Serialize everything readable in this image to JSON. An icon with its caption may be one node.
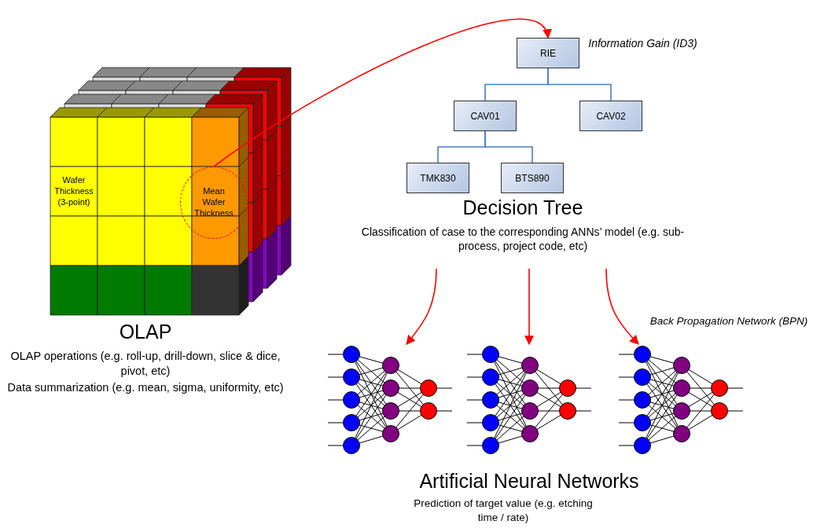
{
  "diagram": {
    "nodes": [
      {
        "text": [
          "Wafer Thickness (3-point)"
        ]
      },
      {
        "text": [
          "Mean Wafer Thickness"
        ]
      },
      {
        "text": [
          "RIE"
        ]
      },
      {
        "text": [
          "CAV01"
        ]
      },
      {
        "text": [
          "CAV02"
        ]
      },
      {
        "text": [
          "TMK830"
        ]
      },
      {
        "text": [
          "BTS890"
        ]
      },
      {
        "text": [],
        "shape": "picture"
      },
      {
        "text": [],
        "shape": "picture"
      },
      {
        "text": [],
        "shape": "picture"
      }
    ],
    "edges": [
      {
        "from": 1,
        "to": 2,
        "arrow": "to",
        "color": "#ff0000"
      },
      {
        "from": 2,
        "to": 3,
        "arrow": "none",
        "color": "#4a7ebb"
      },
      {
        "from": 2,
        "to": 4,
        "arrow": "none",
        "color": "#4a7ebb"
      },
      {
        "from": 3,
        "to": 5,
        "arrow": "none",
        "color": "#4a7ebb"
      },
      {
        "from": 3,
        "to": 6,
        "arrow": "none",
        "color": "#4a7ebb"
      },
      {
        "from": null,
        "to": 7,
        "arrow": "to",
        "color": "#ff0000"
      },
      {
        "from": null,
        "to": 8,
        "arrow": "to",
        "color": "#ff0000"
      },
      {
        "from": null,
        "to": 9,
        "arrow": "to",
        "color": "#ff0000"
      }
    ],
    "labels": [
      "Information Gain (ID3)",
      "Decision Tree",
      "Classification of case to the corresponding ANNs’ model (e.g. sub-process, project code, etc)",
      "OLAP",
      "Back Propagation Network (BPN)",
      "OLAP operations (e.g. roll-up, drill-down, slice & dice, pivot, etc)",
      "Data summarization (e.g. mean, sigma, uniformity, etc)",
      "Artificial Neural Networks",
      "Prediction of target value (e.g. etching time / rate)"
    ]
  }
}
